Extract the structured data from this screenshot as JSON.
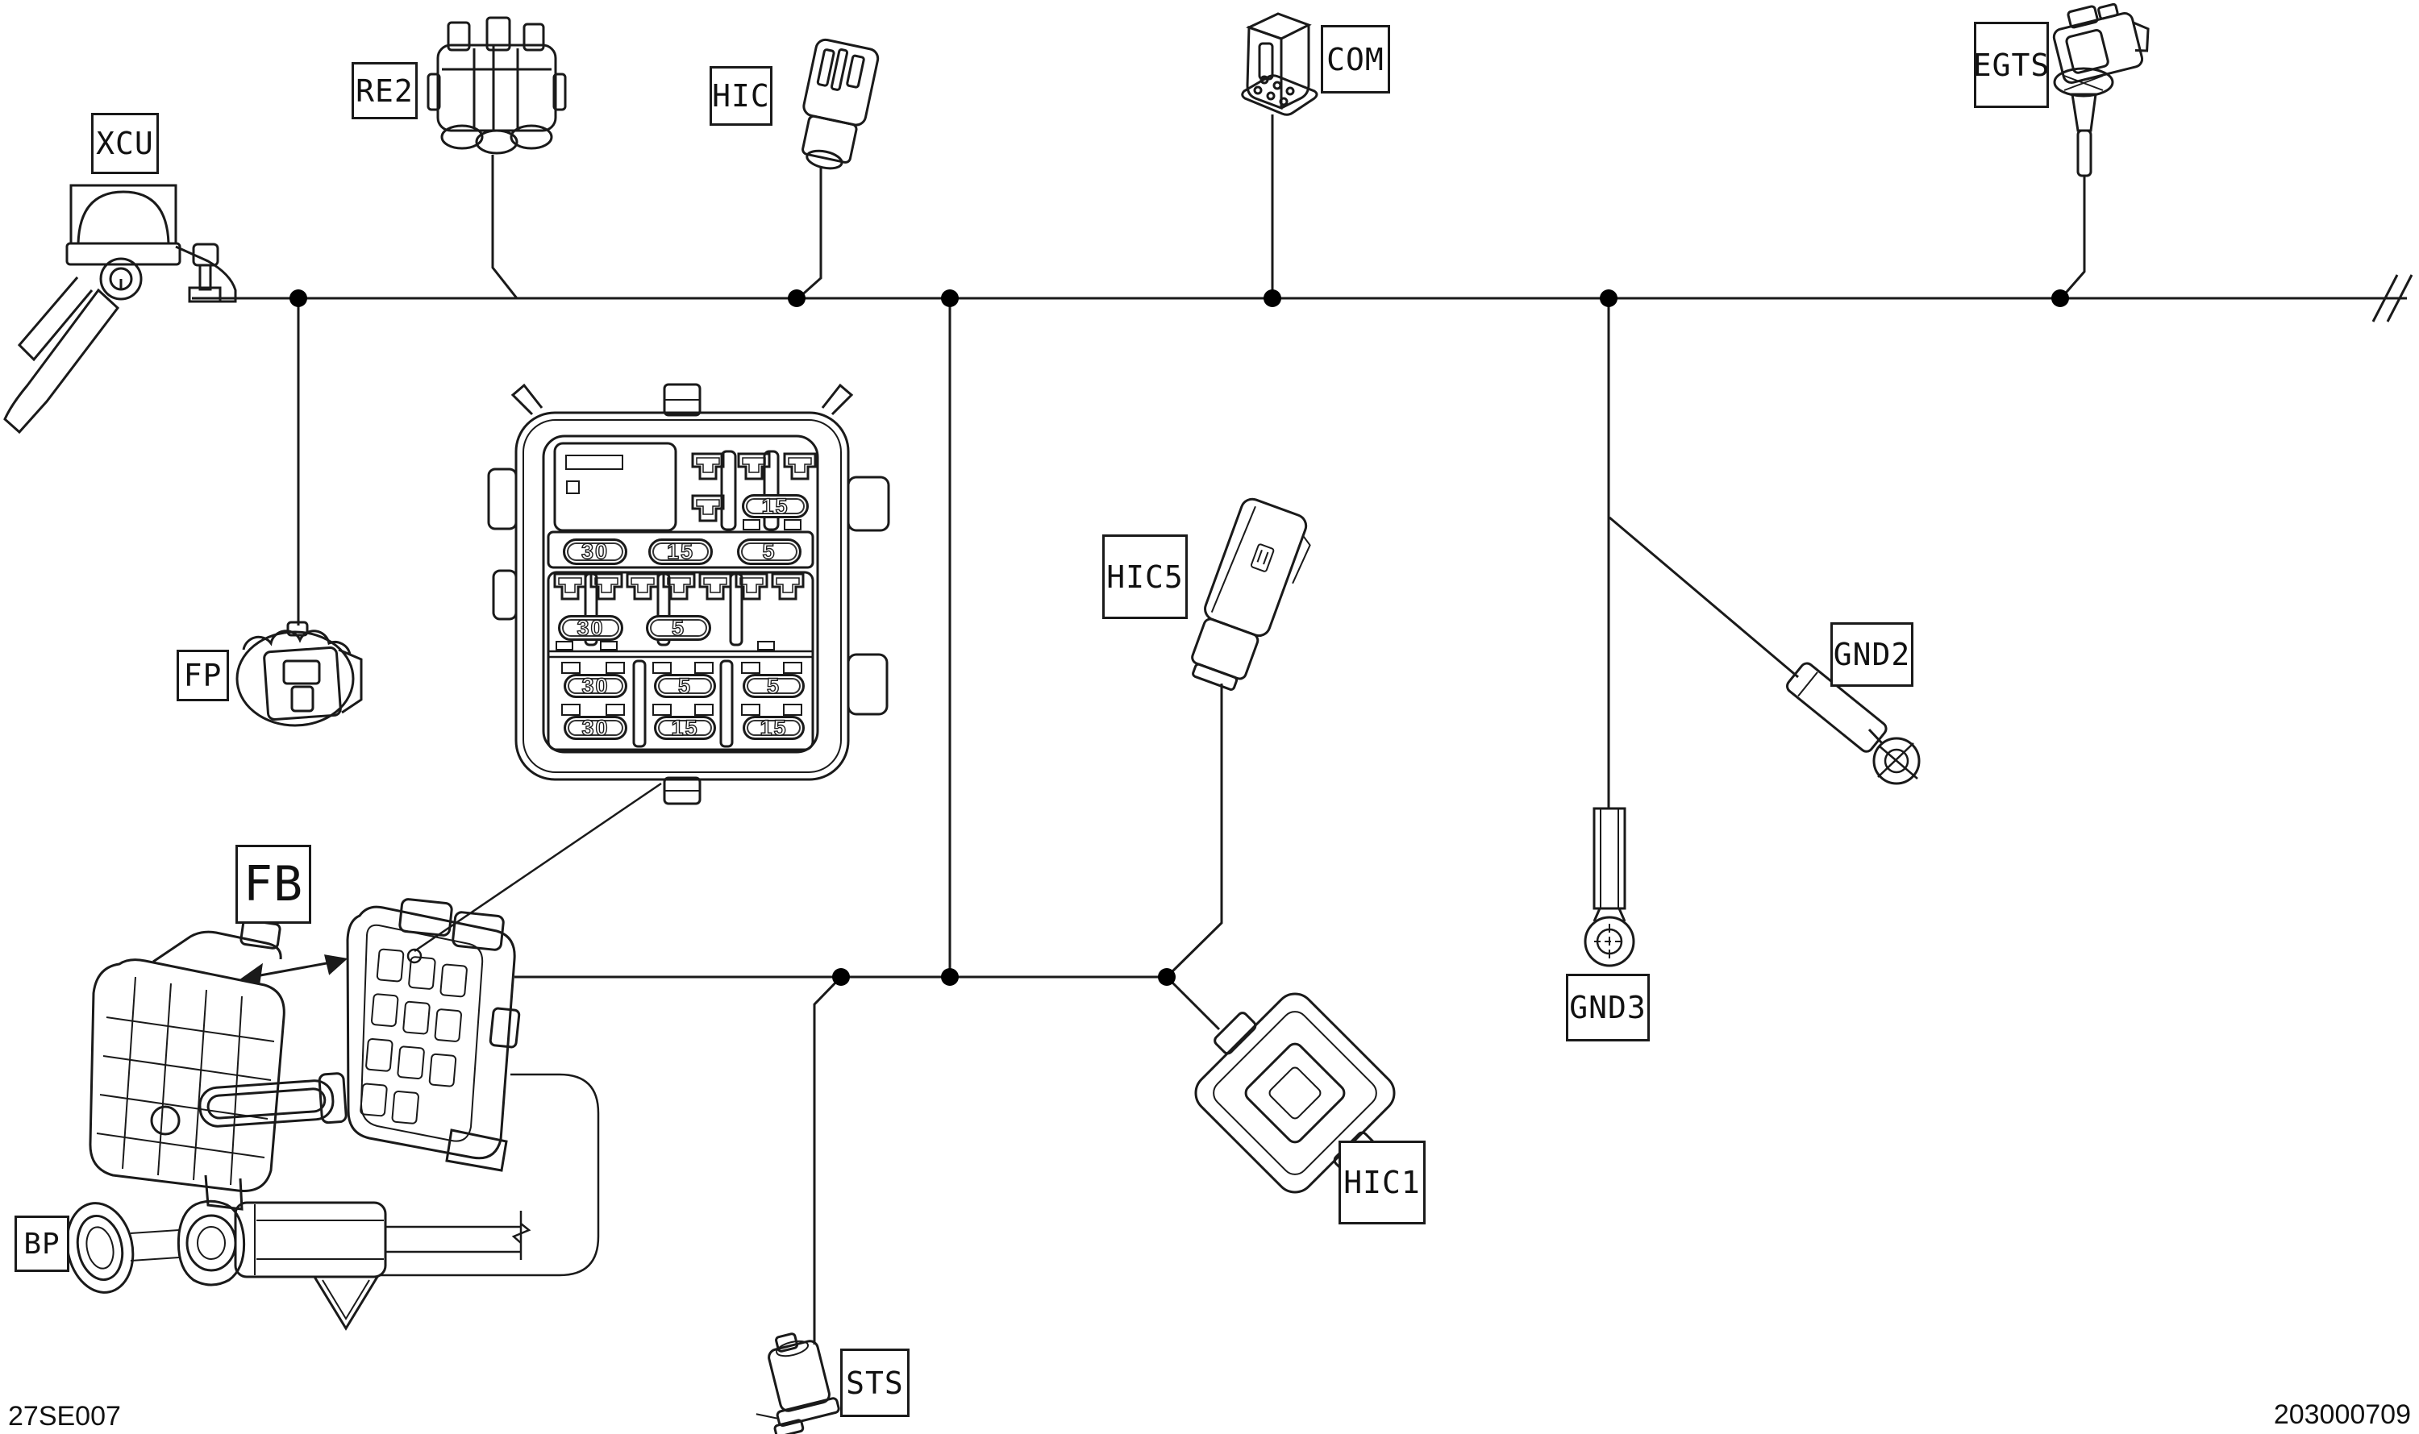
{
  "labels": {
    "xcu": "XCU",
    "re2": "RE2",
    "hic": "HIC",
    "com": "COM",
    "egts": "EGTS",
    "fp": "FP",
    "hic5": "HIC5",
    "gnd2": "GND2",
    "gnd3": "GND3",
    "fb": "FB",
    "bp": "BP",
    "hic1": "HIC1",
    "sts": "STS"
  },
  "fuse_box": {
    "top_fuse": "15",
    "band": [
      "30",
      "15",
      "5"
    ],
    "mid": [
      "30",
      "5"
    ],
    "lower_top": [
      "30",
      "5",
      "5"
    ],
    "lower_bottom": [
      "30",
      "15",
      "15"
    ]
  },
  "footer": {
    "drawing_code": "27SE007",
    "part_number": "203000709"
  },
  "colors": {
    "line": "#1a1a1a",
    "background": "#ffffff"
  }
}
